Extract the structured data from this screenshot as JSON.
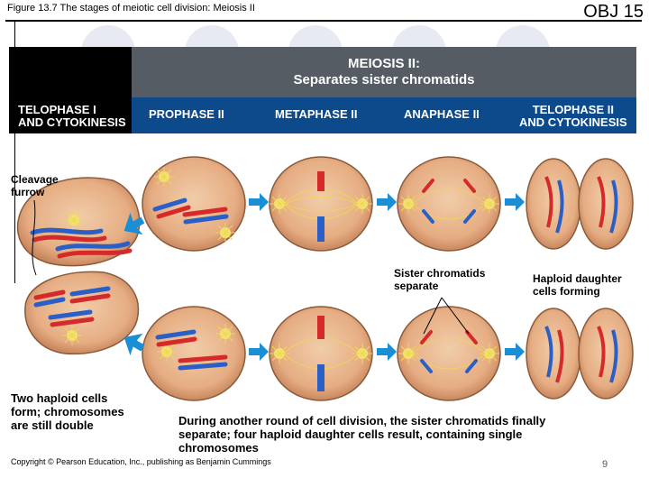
{
  "caption": "Figure 13.7 The stages of meiotic cell division: Meiosis II",
  "objective": "OBJ 15",
  "header": {
    "line1": "MEIOSIS II:",
    "line2": "Separates sister chromatids"
  },
  "phases": {
    "telophase1_a": "TELOPHASE I",
    "telophase1_b": "AND CYTOKINESIS",
    "prophase2": "PROPHASE II",
    "metaphase2": "METAPHASE II",
    "anaphase2": "ANAPHASE II",
    "telophase2_a": "TELOPHASE II",
    "telophase2_b": "AND CYTOKINESIS"
  },
  "labels": {
    "cleavage_a": "Cleavage",
    "cleavage_b": "furrow",
    "sister_a": "Sister chromatids",
    "sister_b": "separate",
    "haploid_a": "Haploid daughter",
    "haploid_b": "cells forming",
    "two_haploid_a": "Two haploid cells",
    "two_haploid_b": "form; chromosomes",
    "two_haploid_c": "are still double"
  },
  "summary": {
    "line1": "During another round of cell division, the sister chromatids finally",
    "line2": "separate; four haploid daughter cells result, containing single",
    "line3": "chromosomes"
  },
  "copyright": "Copyright © Pearson Education, Inc., publishing as Benjamin Cummings",
  "page_number": "9",
  "colors": {
    "header_gray": "#555c63",
    "phase_blue": "#0d4a8c",
    "cell_fill": "#e8b48a",
    "arrow_blue": "#1a8fd6",
    "chrom_red": "#d42a2a",
    "chrom_blue": "#2a5fc8"
  }
}
